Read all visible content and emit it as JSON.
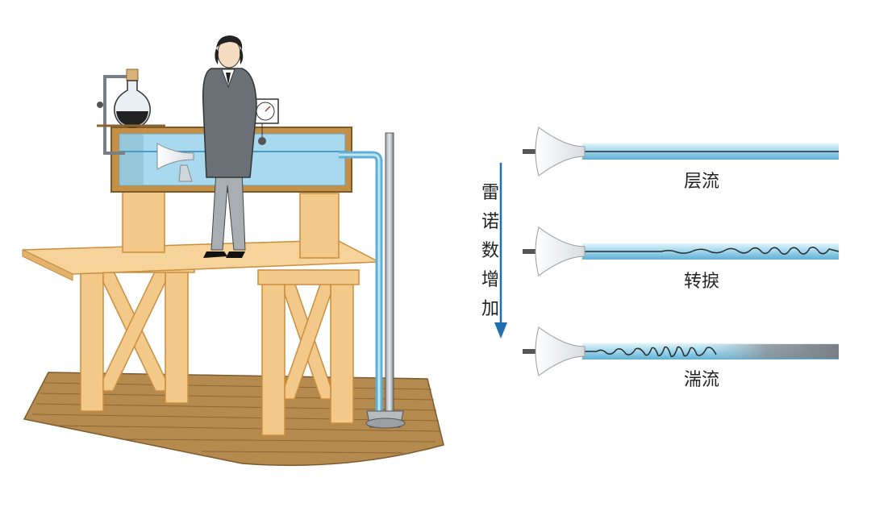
{
  "diagram": {
    "arrow_label": [
      "雷",
      "诺",
      "数",
      "增",
      "加"
    ],
    "regimes": [
      {
        "label": "层流"
      },
      {
        "label": "转捩"
      },
      {
        "label": "湍流"
      }
    ],
    "colors": {
      "water": "#a9d9ee",
      "water_dark": "#5fb0d4",
      "wood": "#f3c98a",
      "wood_edge": "#c98e3e",
      "floor": "#b58a4e",
      "arrow": "#1f6fb0",
      "needle": "#555555"
    }
  }
}
